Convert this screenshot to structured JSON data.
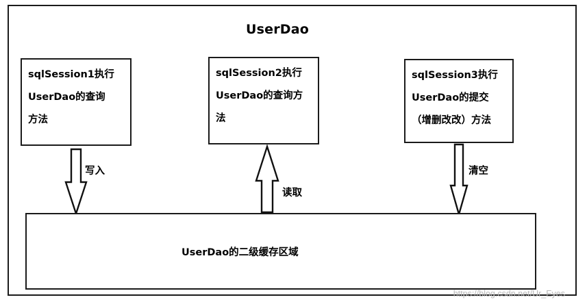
{
  "title": "UserDao",
  "sessions": [
    {
      "lines": [
        "sqlSession1执行",
        "UserDao的查询",
        "方法"
      ]
    },
    {
      "lines": [
        "sqlSession2执行",
        "UserDao的查询方",
        "法"
      ]
    },
    {
      "lines": [
        "sqlSession3执行",
        "UserDao的提交",
        "（增删改改）方法"
      ]
    }
  ],
  "arrows": {
    "write_label": "写入",
    "read_label": "读取",
    "clear_label": "清空"
  },
  "cache_label": "UserDao的二级缓存区域",
  "watermark": "https://blog.csdn.net/Ur_Eyes"
}
